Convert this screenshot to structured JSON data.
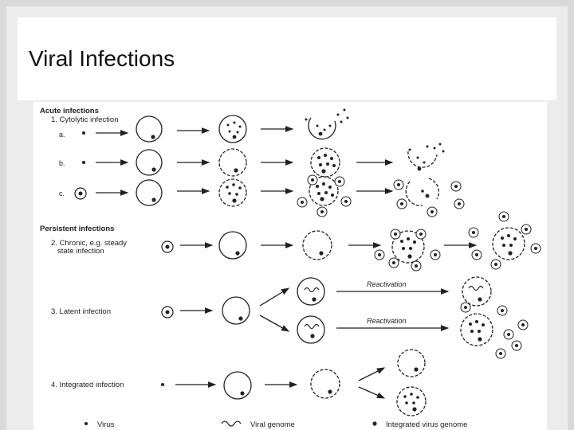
{
  "slide": {
    "title": "Viral Infections"
  },
  "figure": {
    "headings": {
      "acute": "Acute infections",
      "cytolytic": "1. Cytolytic infection",
      "persistent": "Persistent infections",
      "chronic_line1": "2. Chronic, e.g. steady",
      "chronic_line2": "state infection",
      "latent": "3. Latent infection",
      "integrated": "4. Integrated infection"
    },
    "row_labels": {
      "a": "a.",
      "b": "b.",
      "c": "c."
    },
    "reactivation": [
      "Reactivation",
      "Reactivation"
    ],
    "legend": {
      "virus": "Virus",
      "viral_genome": "Viral genome",
      "integrated_genome": "Integrated virus genome"
    }
  },
  "colors": {
    "ink": "#222222",
    "frame": "#d9d9d9",
    "slide": "#ececec"
  }
}
